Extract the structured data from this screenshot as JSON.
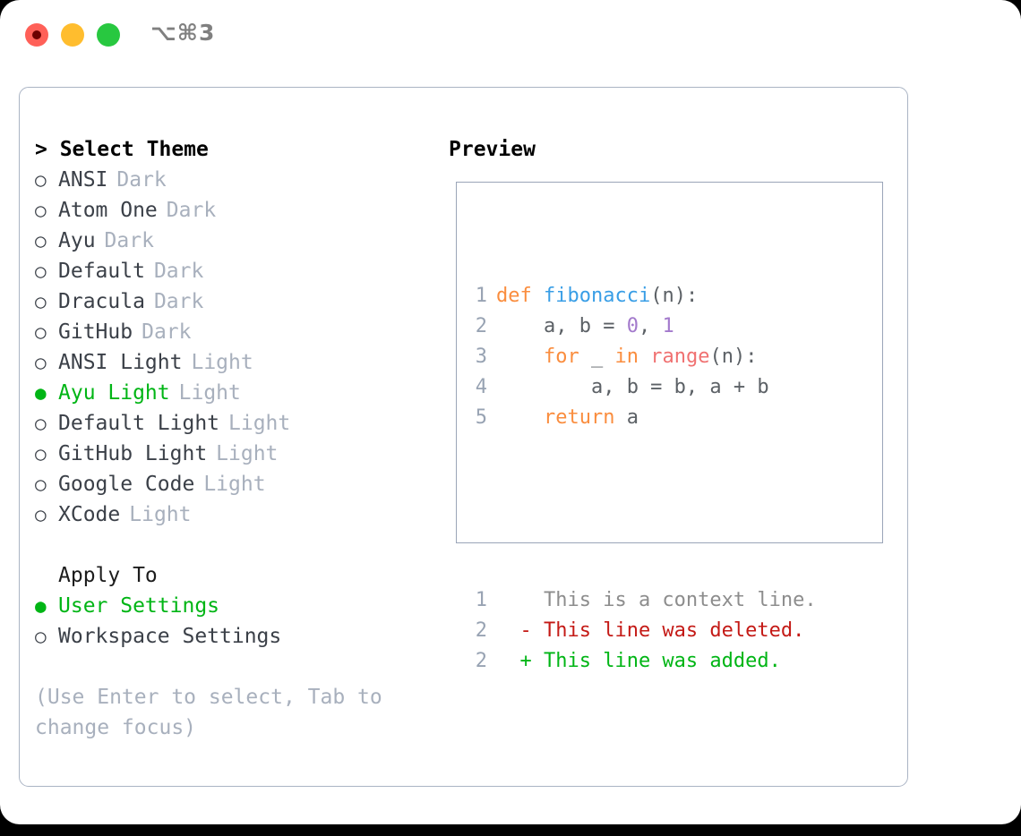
{
  "window": {
    "shortcut_label": "⌥⌘3",
    "traffic_lights": [
      {
        "name": "close",
        "color": "#ff6058"
      },
      {
        "name": "minimize",
        "color": "#ffbd2e"
      },
      {
        "name": "maximize",
        "color": "#28c840"
      }
    ]
  },
  "theme_panel": {
    "title": "> Select Theme",
    "items": [
      {
        "label": "ANSI",
        "variant": "Dark",
        "selected": false
      },
      {
        "label": "Atom One",
        "variant": "Dark",
        "selected": false
      },
      {
        "label": "Ayu",
        "variant": "Dark",
        "selected": false
      },
      {
        "label": "Default",
        "variant": "Dark",
        "selected": false
      },
      {
        "label": "Dracula",
        "variant": "Dark",
        "selected": false
      },
      {
        "label": "GitHub",
        "variant": "Dark",
        "selected": false
      },
      {
        "label": "ANSI Light",
        "variant": "Light",
        "selected": false
      },
      {
        "label": "Ayu Light",
        "variant": "Light",
        "selected": true
      },
      {
        "label": "Default Light",
        "variant": "Light",
        "selected": false
      },
      {
        "label": "GitHub Light",
        "variant": "Light",
        "selected": false
      },
      {
        "label": "Google Code",
        "variant": "Light",
        "selected": false
      },
      {
        "label": "XCode",
        "variant": "Light",
        "selected": false
      }
    ],
    "bullet_on": "●",
    "bullet_off": "○"
  },
  "apply_to": {
    "title": "Apply To",
    "options": [
      {
        "label": "User Settings",
        "selected": true
      },
      {
        "label": "Workspace Settings",
        "selected": false
      }
    ]
  },
  "hint": {
    "text": "(Use Enter to select, Tab to change focus)"
  },
  "preview": {
    "title": "Preview",
    "code_lines": [
      {
        "n": "1",
        "tokens": [
          {
            "t": "def ",
            "c": "kw"
          },
          {
            "t": "fibonacci",
            "c": "fn"
          },
          {
            "t": "(n):",
            "c": "pl"
          }
        ]
      },
      {
        "n": "2",
        "tokens": [
          {
            "t": "    a, b = ",
            "c": "pl"
          },
          {
            "t": "0",
            "c": "num"
          },
          {
            "t": ", ",
            "c": "pl"
          },
          {
            "t": "1",
            "c": "num"
          }
        ]
      },
      {
        "n": "3",
        "tokens": [
          {
            "t": "    ",
            "c": "pl"
          },
          {
            "t": "for",
            "c": "kw"
          },
          {
            "t": " _ ",
            "c": "pl"
          },
          {
            "t": "in",
            "c": "kw"
          },
          {
            "t": " ",
            "c": "pl"
          },
          {
            "t": "range",
            "c": "call"
          },
          {
            "t": "(n):",
            "c": "pl"
          }
        ]
      },
      {
        "n": "4",
        "tokens": [
          {
            "t": "        a, b = b, a + b",
            "c": "pl"
          }
        ]
      },
      {
        "n": "5",
        "tokens": [
          {
            "t": "    ",
            "c": "pl"
          },
          {
            "t": "return",
            "c": "kw"
          },
          {
            "t": " a",
            "c": "pl"
          }
        ]
      }
    ],
    "diff_lines": [
      {
        "n": "1",
        "marker": "  ",
        "text": "This is a context line.",
        "kind": "ctx"
      },
      {
        "n": "2",
        "marker": "- ",
        "text": "This line was deleted.",
        "kind": "del"
      },
      {
        "n": "2",
        "marker": "+ ",
        "text": "This line was added.",
        "kind": "add"
      }
    ]
  },
  "colors": {
    "accent_green": "#00b515",
    "muted": "#a8b0bd",
    "border": "#aab4c4",
    "preview_border": "#9aa5b8",
    "keyword": "#fa8d3e",
    "function": "#399ee6",
    "call": "#f07171",
    "number": "#a37acc",
    "plain": "#5c6166",
    "line_number": "#98a3b3",
    "diff_context": "#8d8d8d",
    "diff_deleted": "#c41a16",
    "diff_added": "#00b515"
  }
}
